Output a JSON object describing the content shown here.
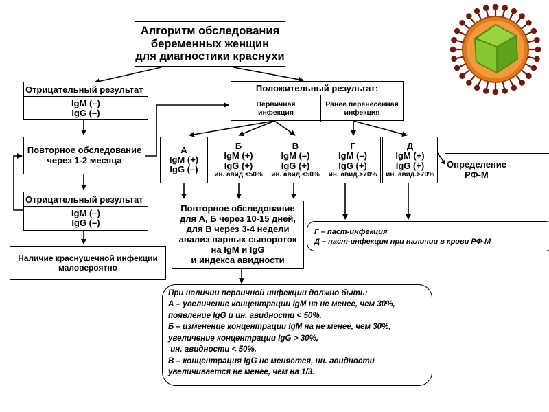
{
  "title": {
    "lines": [
      "Алгоритм обследования",
      "беременных женщин",
      "для диагностики краснухи"
    ]
  },
  "negative1": {
    "header": "Отрицательный результат",
    "igm": "IgM (–)",
    "igg": "IgG (–)"
  },
  "positive": {
    "header": "Положительный результат:",
    "primary": [
      "Первичная",
      "инфекция"
    ],
    "previous": [
      "Ранее перенесённая",
      "инфекция"
    ]
  },
  "repeat1": {
    "lines": [
      "Повторное обследование",
      "через 1-2 месяца"
    ]
  },
  "negative2": {
    "header": "Отрицательный результат",
    "igm": "IgM (–)",
    "igg": "IgG (–)"
  },
  "unlikely": {
    "lines": [
      "Наличие краснушечной инфекции",
      "маловероятно"
    ]
  },
  "groups": [
    {
      "letter": "А",
      "igm": "IgM (+)",
      "igg": "IgG (–)",
      "avid": ""
    },
    {
      "letter": "Б",
      "igm": "IgM (+)",
      "igg": "IgG (+)",
      "avid": "ин. авид.<50%"
    },
    {
      "letter": "В",
      "igm": "IgM (–)",
      "igg": "IgG (+)",
      "avid": "ин. авид.<50%"
    },
    {
      "letter": "Г",
      "igm": "IgM (–)",
      "igg": "IgG (+)",
      "avid": "ин. авид.>70%"
    },
    {
      "letter": "Д",
      "igm": "IgM (+)",
      "igg": "IgG (+)",
      "avid": "ин. авид.>70%"
    }
  ],
  "rf": {
    "lines": [
      "Определение",
      "РФ-М"
    ]
  },
  "repeat2": {
    "lines": [
      "Повторное обследование",
      "для А, Б через 10-15 дней,",
      "для В через 3-4 недели",
      "анализ парных сывороток",
      "на  IgM и IgG",
      "и индекса авидности"
    ]
  },
  "past": {
    "lines": [
      "Г – паст-инфекция",
      "Д – паст-инфекция при наличии в крови РФ-М"
    ]
  },
  "primaryNote": {
    "lines": [
      "При наличии первичной инфекции должно быть:",
      "А – увеличение концентрации IgM на не менее, чем 30%,",
      "появление IgG и ин. авидности < 50%.",
      "Б – изменение концентрации IgM на не менее, чем 30%,",
      "увеличение концентрации IgG > 30%,",
      " ин. авидности < 50%.",
      "В – концентрация IgG не меняется, ин. авидности",
      "увеличивается не менее, чем на 1/3."
    ]
  },
  "colors": {
    "virus_core": "#7dbf2a",
    "virus_shell": "#e07a22",
    "virus_spikes": "#6b1b12"
  }
}
